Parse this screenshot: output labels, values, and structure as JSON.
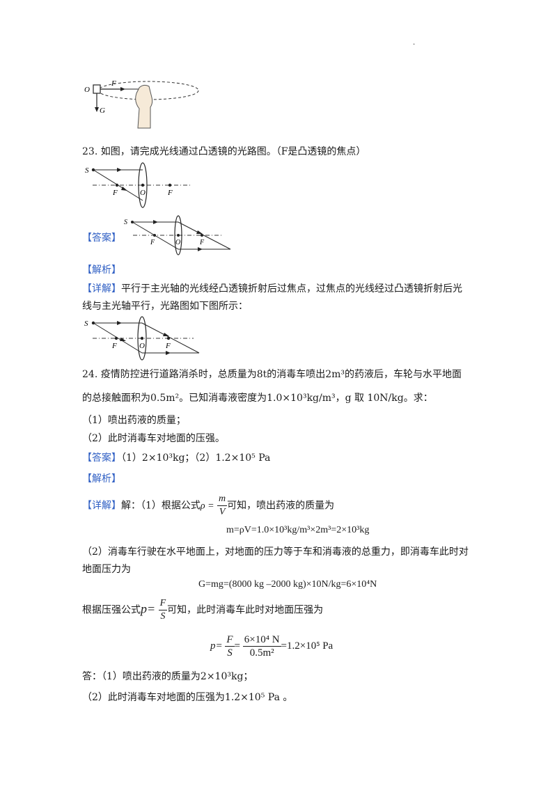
{
  "page_mark": ".",
  "fig1": {
    "O": "O",
    "F": "F",
    "G": "G"
  },
  "q23": {
    "text": "23. 如图，请完成光线通过凸透镜的光路图。（F是凸透镜的焦点）",
    "fig_labels": {
      "S": "S",
      "F1": "F",
      "O": "O",
      "F2": "F"
    }
  },
  "answer_tag": "【答案】",
  "analysis_tag": "【解析】",
  "detail_tag": "【详解】",
  "q23_detail_line1": "平行于主光轴的光线经凸透镜折射后过焦点，过焦点的光线经过凸透镜折射后光",
  "q23_detail_line2": "线与主光轴平行，光路图如下图所示：",
  "q24": {
    "line1": "24. 疫情防控进行道路消杀时，总质量为8t的消毒车喷出2m³的药液后，车轮与水平地面",
    "line2": "的总接触面积为0.5m²。已知消毒液密度为1.0×10³kg/m³，g 取 10N/kg。求：",
    "sub1": "（1）喷出药液的质量；",
    "sub2": "（2）此时消毒车对地面的压强。",
    "answer": "（1）2×10³kg；（2）1.2×10⁵ Pa",
    "detail_intro": "解：（1）根据公式",
    "rho_lhs": "ρ =",
    "frac_mV_num": "m",
    "frac_mV_den": "V",
    "detail_intro_after": "可知，喷出药液的质量为",
    "eq_mass": "m=ρV=1.0×10³kg/m³×2m³=2×10³kg",
    "p2_line1": "（2）消毒车行驶在水平地面上，对地面的压力等于车和消毒液的总重力，即消毒车此时对",
    "p2_line2": "地面压力为",
    "eq_weight": "G=mg=(8000 kg –2000 kg)×10N/kg=6×10⁴N",
    "pressure_intro": "根据压强公式",
    "p_lhs": "p=",
    "frac_FS_num": "F",
    "frac_FS_den": "S",
    "pressure_intro_after": "可知，此时消毒车此时对地面压强为",
    "eq_p_lhs": "p=",
    "eq_p_frac1_num": "F",
    "eq_p_frac1_den": "S",
    "eq_p_eq": "=",
    "eq_p_frac2_num": "6×10⁴ N",
    "eq_p_frac2_den": "0.5m²",
    "eq_p_result": "=1.2×10⁵ Pa",
    "final1": "答：（1）喷出药液的质量为2×10³kg；",
    "final2": "（2）此时消毒车对地面的压强为1.2×10⁵ Pa 。"
  }
}
